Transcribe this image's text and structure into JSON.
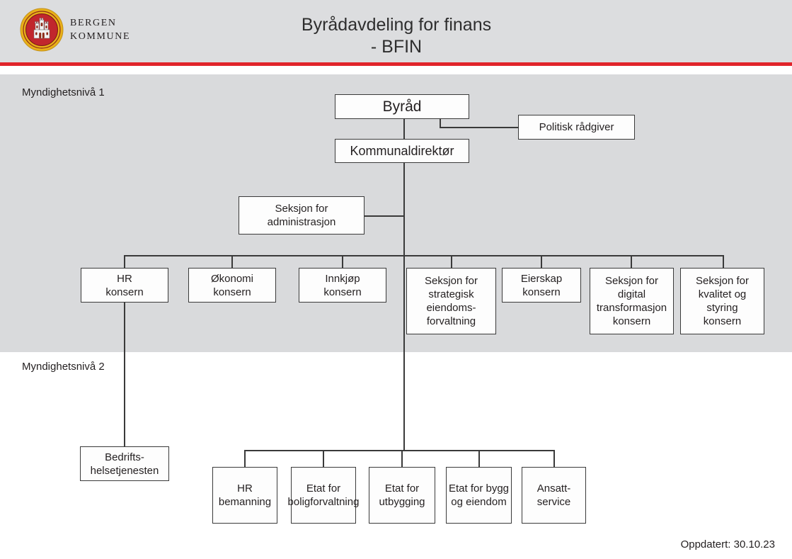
{
  "header": {
    "brand_line1": "BERGEN",
    "brand_line2": "KOMMUNE",
    "logo_name": "bergen-kommune-seal",
    "title_line1": "Byrådavdeling for finans",
    "title_line2": "- BFIN",
    "accent_color": "#e1242b",
    "background_color": "#dcdddf"
  },
  "levels": {
    "level1_label": "Myndighetsnivå 1",
    "level2_label": "Myndighetsnivå 2",
    "level1_background": "#d9dadc"
  },
  "nodes": {
    "byrad": "Byråd",
    "politisk_radgiver": "Politisk rådgiver",
    "kommunaldirektor": "Kommunaldirektør",
    "seksjon_administrasjon": "Seksjon for\nadministrasjon"
  },
  "level1_units": [
    {
      "label": "HR\nkonsern"
    },
    {
      "label": "Økonomi\nkonsern"
    },
    {
      "label": "Innkjøp\nkonsern"
    },
    {
      "label": "Seksjon for\nstrategisk\neiendoms-\nforvaltning"
    },
    {
      "label": "Eierskap\nkonsern"
    },
    {
      "label": "Seksjon for\ndigital\ntransformasjon\nkonsern"
    },
    {
      "label": "Seksjon for\nkvalitet og\nstyring\nkonsern"
    }
  ],
  "level2_units": [
    {
      "label": "Bedrifts-\nhelsetjenesten"
    },
    {
      "label": "HR\nbemanning"
    },
    {
      "label": "Etat for\nboligforvaltning"
    },
    {
      "label": "Etat for\nutbygging"
    },
    {
      "label": "Etat for bygg\nog eiendom"
    },
    {
      "label": "Ansatt-\nservice"
    }
  ],
  "footer": {
    "updated": "Oppdatert: 30.10.23"
  }
}
